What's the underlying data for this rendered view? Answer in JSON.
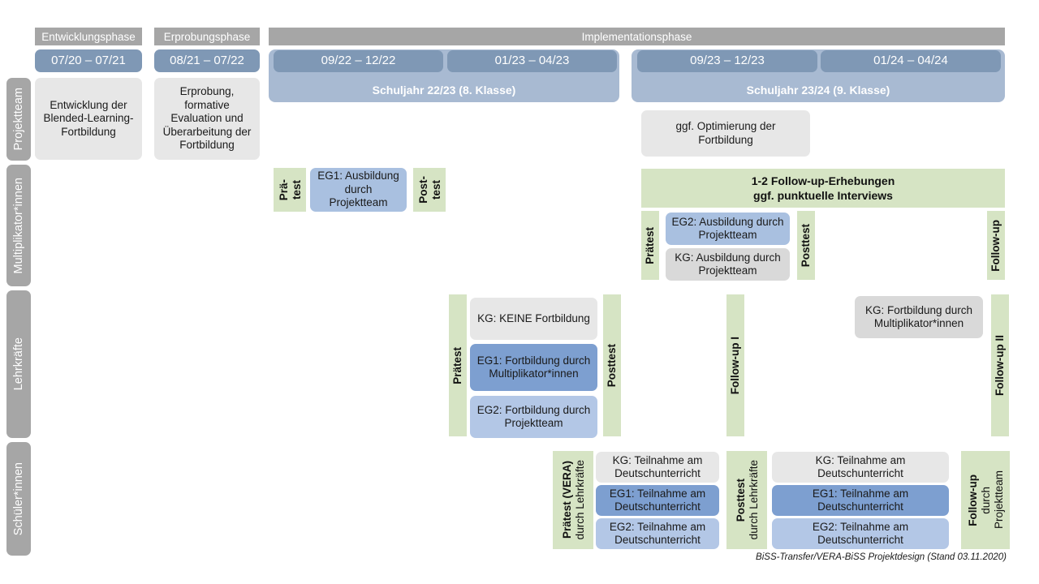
{
  "title": "BiSS-Transfer / VERA-BiSS Projektdesign",
  "colors": {
    "phase_header": "#a6a6a6",
    "period_chip": "#7f98b5",
    "schoolyear_band": "#a8bad2",
    "role_tab": "#a6a6a6",
    "grey_box": "#e7e7e7",
    "grey_box_dark": "#d9d9d9",
    "blue_mid": "#a9c0e0",
    "blue_dark": "#7d9fd0",
    "blue_light": "#b3c7e6",
    "green": "#d6e4c4",
    "background": "#ffffff"
  },
  "phases": [
    {
      "label": "Entwicklungsphase"
    },
    {
      "label": "Erprobungsphase"
    },
    {
      "label": "Implementationsphase"
    }
  ],
  "periods": [
    {
      "label": "07/20 – 07/21"
    },
    {
      "label": "08/21 – 07/22"
    },
    {
      "label": "09/22 – 12/22"
    },
    {
      "label": "01/23 – 04/23"
    },
    {
      "label": "09/23 – 12/23"
    },
    {
      "label": "01/24 – 04/24"
    }
  ],
  "school_years": [
    {
      "label": "Schuljahr 22/23 (8. Klasse)"
    },
    {
      "label": "Schuljahr 23/24 (9. Klasse)"
    }
  ],
  "roles": [
    {
      "label": "Projektteam"
    },
    {
      "label": "Multiplikator*innen"
    },
    {
      "label": "Lehrkräfte"
    },
    {
      "label": "Schüler*innen"
    }
  ],
  "projektteam_row": {
    "entwicklung": "Entwicklung der Blended-Learning-Fortbildung",
    "erprobung": "Erprobung, formative Evaluation und Überarbeitung der Fortbildung",
    "optimierung": "ggf. Optimierung der Fortbildung"
  },
  "multiplikator_row": {
    "praetest_1_line1": "Prä-",
    "praetest_1_line2": "test",
    "eg1": "EG1: Ausbildung durch Projektteam",
    "posttest_1_line1": "Post-",
    "posttest_1_line2": "test",
    "followup_banner_line1": "1-2 Follow-up-Erhebungen",
    "followup_banner_line2": "ggf. punktuelle Interviews",
    "praetest_2": "Prätest",
    "eg2": "EG2: Ausbildung durch Projektteam",
    "kg": "KG: Ausbildung durch Projektteam",
    "posttest_2": "Posttest",
    "followup": "Follow-up"
  },
  "lehrkraefte_row": {
    "praetest": "Prätest",
    "kg_keine": "KG:  KEINE Fortbildung",
    "eg1": "EG1: Fortbildung durch Multiplikator*innen",
    "eg2": "EG2: Fortbildung durch Projektteam",
    "posttest": "Posttest",
    "followup_1": "Follow-up I",
    "kg_fortbildung": "KG: Fortbildung durch Multiplikator*innen",
    "followup_2": "Follow-up II"
  },
  "schueler_row": {
    "praetest_bold": "Prätest (VERA)",
    "praetest_reg": "durch Lehrkräfte",
    "kg_a": "KG: Teilnahme am Deutschunterricht",
    "eg1_a": "EG1: Teilnahme am Deutschunterricht",
    "eg2_a": "EG2: Teilnahme am Deutschunterricht",
    "posttest_bold": "Posttest",
    "posttest_reg": "durch Lehrkräfte",
    "kg_b": "KG: Teilnahme am Deutschunterricht",
    "eg1_b": "EG1: Teilnahme am Deutschunterricht",
    "eg2_b": "EG2: Teilnahme am Deutschunterricht",
    "followup_bold": "Follow-up",
    "followup_reg1": "durch",
    "followup_reg2": "Projektteam"
  },
  "footer": {
    "text": "BiSS-Transfer/VERA-BiSS Projektdesign (Stand 03.11.2020)"
  }
}
